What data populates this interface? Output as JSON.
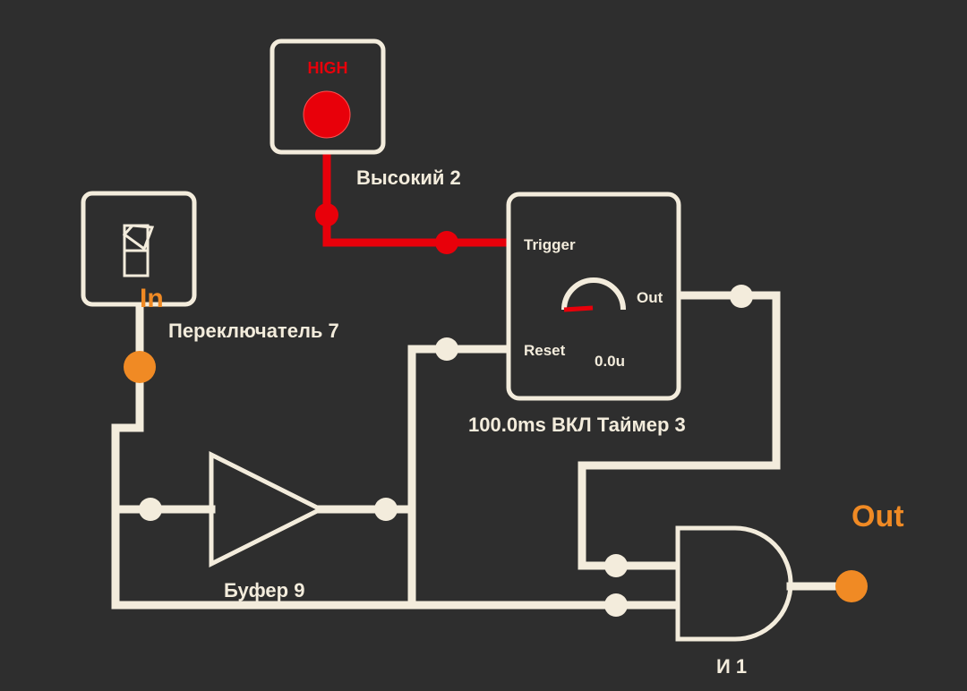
{
  "colors": {
    "background": "#2e2e2e",
    "wire_low": "#f3ecdc",
    "wire_high": "#e8000a",
    "accent_orange": "#f08a24"
  },
  "components": {
    "high_source": {
      "badge": "HIGH",
      "label": "Высокий 2",
      "state": "high",
      "icon": "red-led-icon"
    },
    "switch": {
      "name": "In",
      "label": "Переключатель 7",
      "icon": "toggle-switch-icon"
    },
    "timer": {
      "label": "100.0ms ВКЛ Таймер 3",
      "pin_trigger": "Trigger",
      "pin_reset": "Reset",
      "pin_out": "Out",
      "readout": "0.0u",
      "icon": "gauge-icon"
    },
    "buffer": {
      "label": "Буфер 9",
      "icon": "buffer-gate-icon"
    },
    "and_gate": {
      "label": "И 1",
      "icon": "and-gate-icon"
    },
    "output": {
      "name": "Out"
    }
  }
}
